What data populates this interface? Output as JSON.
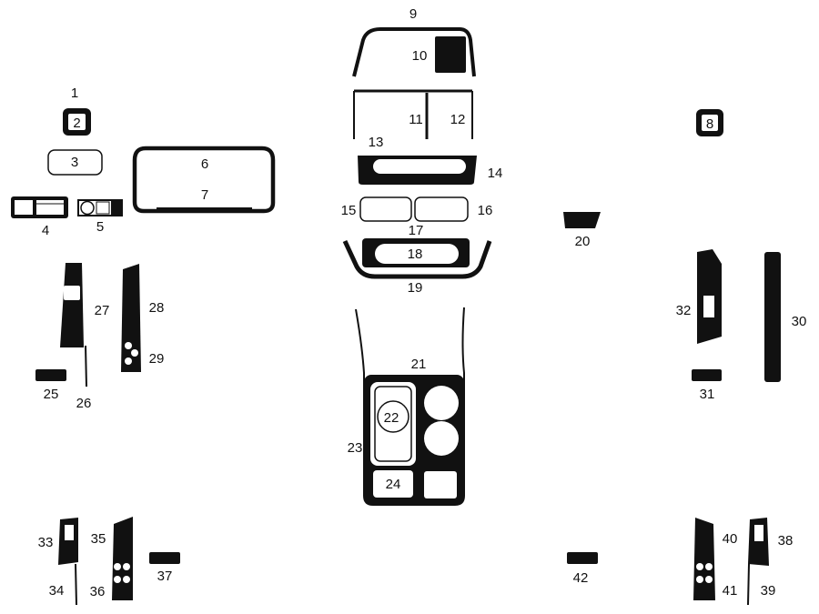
{
  "diagram": {
    "labels": [
      "1",
      "2",
      "3",
      "4",
      "5",
      "6",
      "7",
      "8",
      "9",
      "10",
      "11",
      "12",
      "13",
      "14",
      "15",
      "16",
      "17",
      "18",
      "19",
      "20",
      "21",
      "22",
      "23",
      "24",
      "25",
      "26",
      "27",
      "28",
      "29",
      "30",
      "31",
      "32",
      "33",
      "34",
      "35",
      "36",
      "37",
      "38",
      "39",
      "40",
      "41",
      "42"
    ],
    "colors": {
      "trim": "#111111",
      "background": "#ffffff"
    }
  }
}
